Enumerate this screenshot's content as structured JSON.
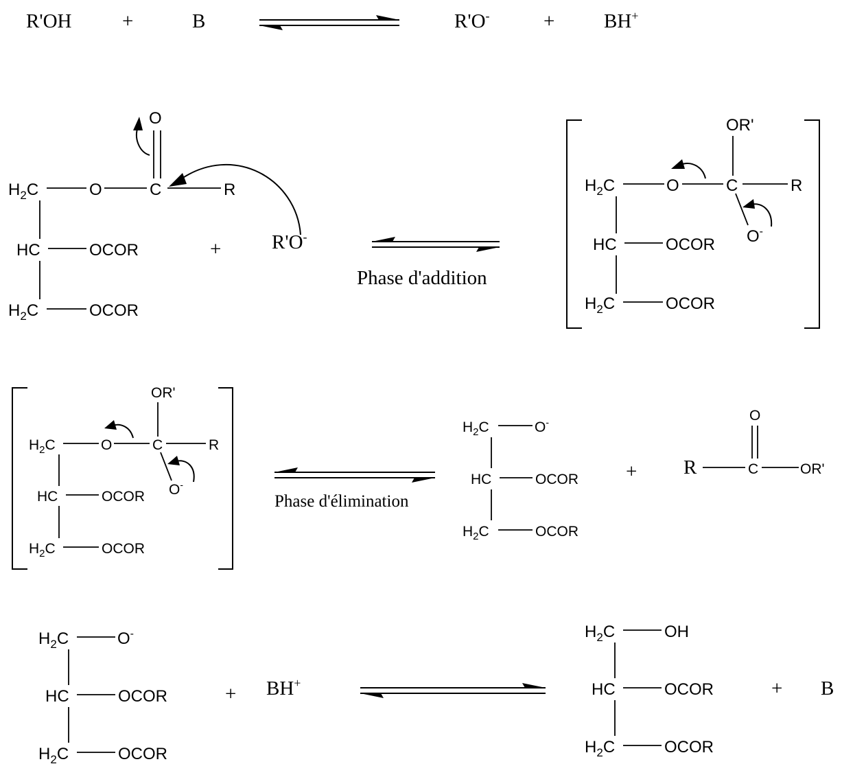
{
  "step1": {
    "r1": "R'OH",
    "plus1": "+",
    "r2": "B",
    "p1_main": "R'O",
    "p1_sup": "-",
    "plus2": "+",
    "p2_main": "BH",
    "p2_sup": "+"
  },
  "step2": {
    "carbonyl_o": "O",
    "ch2_top": "H",
    "ch2_sub": "2",
    "ch2_c": "C",
    "ester_o": "O",
    "carbonyl_c": "C",
    "r_group": "R",
    "ch": "HC",
    "ocor_mid": "OCOR",
    "ch2_bottom_c": "C",
    "ocor_bottom": "OCOR",
    "plus": "+",
    "nuc_main": "R'O",
    "nuc_sup": "-",
    "phase_label": "Phase d'addition",
    "int_or": "OR'",
    "int_o": "O",
    "int_c": "C",
    "int_r": "R",
    "int_ominus": "O",
    "int_ominus_sup": "-",
    "int_ch": "HC",
    "int_ocor1": "OCOR",
    "int_ocor2": "OCOR"
  },
  "step3": {
    "int_or": "OR'",
    "int_o": "O",
    "int_c": "C",
    "int_r": "R",
    "int_ominus": "O",
    "int_ominus_sup": "-",
    "int_ch": "HC",
    "int_ocor1": "OCOR",
    "int_ocor2": "OCOR",
    "phase_label": "Phase d'élimination",
    "alk_o": "O",
    "alk_o_sup": "-",
    "alk_ch": "HC",
    "alk_ocor1": "OCOR",
    "alk_ocor2": "OCOR",
    "plus": "+",
    "ester_r": "R",
    "ester_c": "C",
    "ester_o": "O",
    "ester_or": "OR'"
  },
  "step4": {
    "alk_o": "O",
    "alk_o_sup": "-",
    "alk_ch": "HC",
    "alk_ocor1": "OCOR",
    "alk_ocor2": "OCOR",
    "plus1": "+",
    "bh_main": "BH",
    "bh_sup": "+",
    "prod_oh": "OH",
    "prod_ch": "HC",
    "prod_ocor1": "OCOR",
    "prod_ocor2": "OCOR",
    "plus2": "+",
    "b": "B"
  }
}
